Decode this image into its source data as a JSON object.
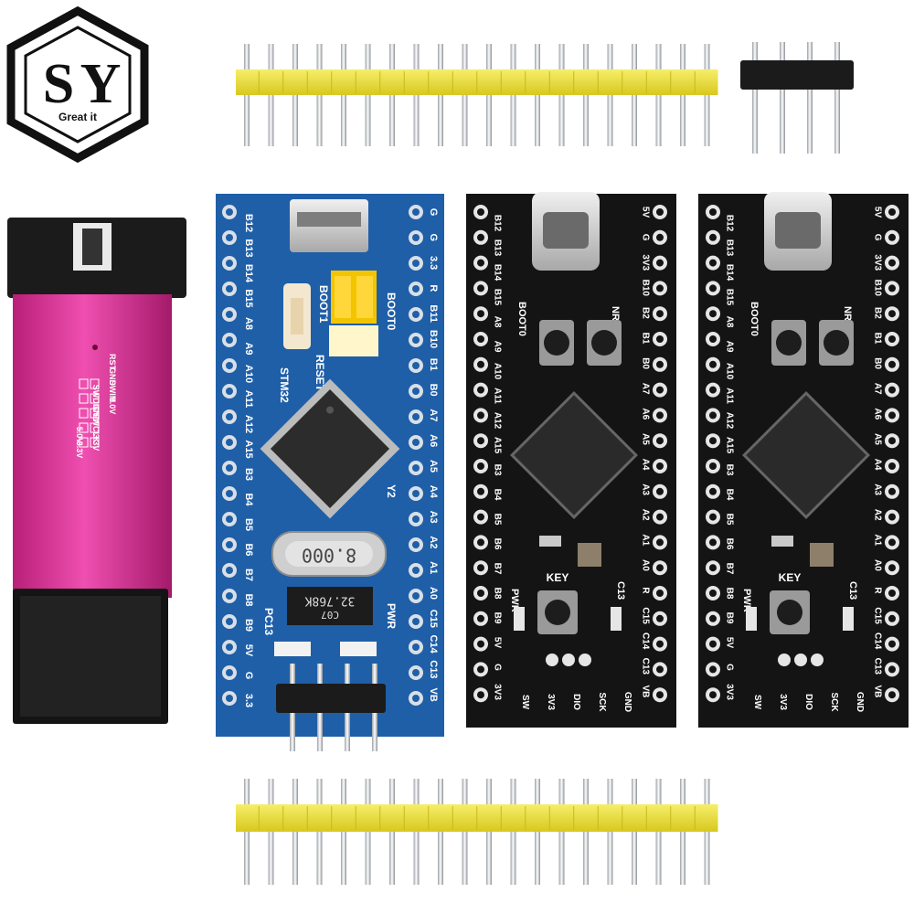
{
  "logo": {
    "letter_s": "S",
    "letter_y": "Y",
    "tagline": "Great it"
  },
  "blue_board": {
    "left_labels": [
      "B12",
      "B13",
      "B14",
      "B15",
      "A8",
      "A9",
      "A10",
      "A11",
      "A12",
      "A15",
      "B3",
      "B4",
      "B5",
      "B6",
      "B7",
      "B8",
      "B9",
      "5V",
      "G",
      "3.3"
    ],
    "right_labels": [
      "G",
      "G",
      "3.3",
      "R",
      "B11",
      "B10",
      "B1",
      "B0",
      "A7",
      "A6",
      "A5",
      "A4",
      "A3",
      "A2",
      "A1",
      "A0",
      "C15",
      "C14",
      "C13",
      "VB"
    ],
    "boot0": "BOOT0",
    "boot1": "BOOT1",
    "reset": "RESET",
    "chip": "STM32",
    "crystal_main": "8.000",
    "crystal_rtc": "32.768K",
    "crystal_rtc_code": "C07",
    "y2": "Y2",
    "pc13": "PC13",
    "pwr": "PWR"
  },
  "black_board": {
    "left_labels": [
      "B12",
      "B13",
      "B14",
      "B15",
      "A8",
      "A9",
      "A10",
      "A11",
      "A12",
      "A15",
      "B3",
      "B4",
      "B5",
      "B6",
      "B7",
      "B8",
      "B9",
      "5V",
      "G",
      "3V3"
    ],
    "right_labels": [
      "5V",
      "G",
      "3V3",
      "B10",
      "B2",
      "B1",
      "B0",
      "A7",
      "A6",
      "A5",
      "A4",
      "A3",
      "A2",
      "A1",
      "A0",
      "R",
      "C15",
      "C14",
      "C13",
      "VB"
    ],
    "boot0": "BOOT0",
    "nrst": "NRST",
    "key": "KEY",
    "pwr": "PWR",
    "c13": "C13",
    "swd": [
      "SW",
      "3V3",
      "DIO",
      "SCK",
      "GND"
    ]
  },
  "programmer": {
    "left_col": [
      "RST",
      "GND",
      "SWIM",
      "5.0V"
    ],
    "mid_col": [
      "SWDIO",
      "GND",
      "SWCLK",
      "3.3V"
    ],
    "right_col": [
      "5.0V",
      "3.3V"
    ]
  },
  "colors": {
    "blue_pcb": "#1f5fa8",
    "black_pcb": "#141414",
    "header_plastic": "#ece13a",
    "programmer_body": "#e0309a",
    "jumper": "#f2c200"
  }
}
